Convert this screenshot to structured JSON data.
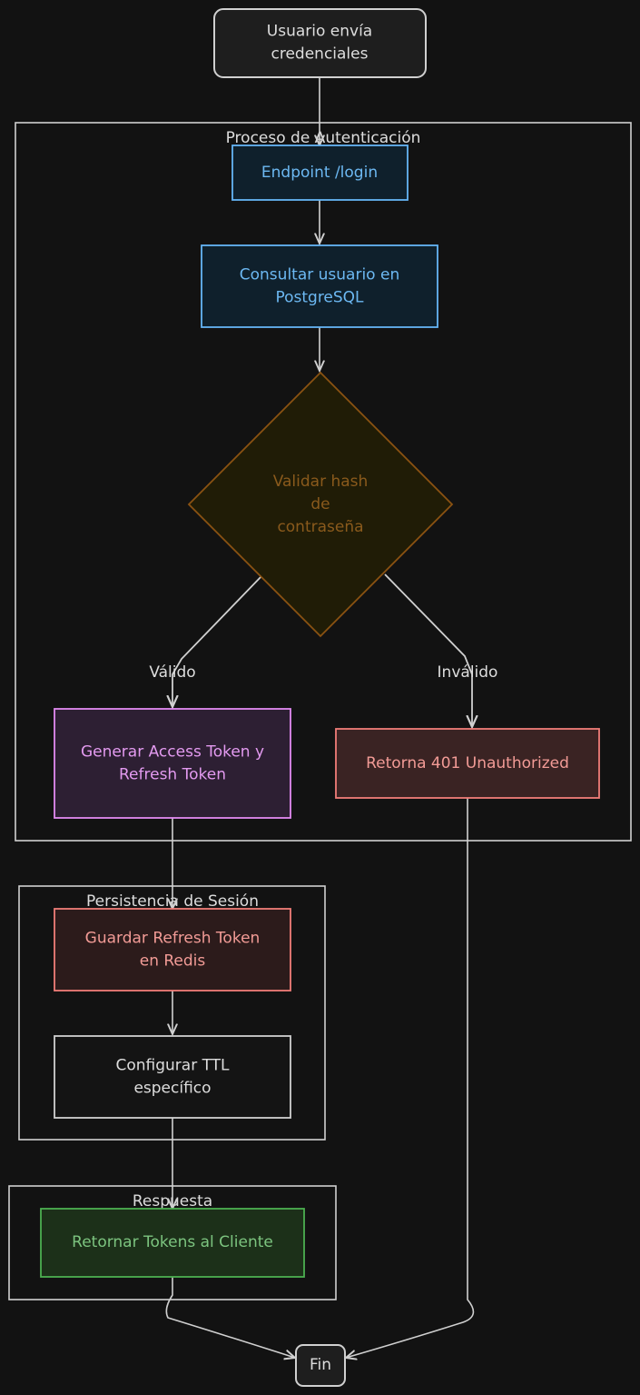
{
  "groups": {
    "auth": {
      "label": "Proceso de Autenticación"
    },
    "persist": {
      "label": "Persistencia de Sesión"
    },
    "response": {
      "label": "Respuesta"
    }
  },
  "nodes": {
    "start": {
      "lines": [
        "Usuario envía",
        "credenciales"
      ]
    },
    "login": {
      "lines": [
        "Endpoint /login"
      ]
    },
    "query": {
      "lines": [
        "Consultar usuario en",
        "PostgreSQL"
      ]
    },
    "validate": {
      "lines": [
        "Validar hash",
        "de",
        "contraseña"
      ]
    },
    "generate": {
      "lines": [
        "Generar Access Token y",
        "Refresh Token"
      ]
    },
    "unauth": {
      "lines": [
        "Retorna 401 Unauthorized"
      ]
    },
    "store": {
      "lines": [
        "Guardar Refresh Token",
        "en Redis"
      ]
    },
    "ttl": {
      "lines": [
        "Configurar TTL",
        "específico"
      ]
    },
    "return": {
      "lines": [
        "Retornar Tokens al Cliente"
      ]
    },
    "end": {
      "lines": [
        "Fin"
      ]
    }
  },
  "edges": {
    "valid": {
      "label": "Válido"
    },
    "invalid": {
      "label": "Inválido"
    }
  },
  "colors": {
    "background": "#121212",
    "neutral_stroke": "#d0d0d0",
    "neutral_text": "#dddddd",
    "neutral_fill": "#1e1e1e",
    "blue_stroke": "#64b5f6",
    "blue_fill": "#0f202c",
    "blue_text": "#6cb8f2",
    "orange_stroke": "#8a5212",
    "orange_fill": "#201c06",
    "orange_text": "#8a5a1c",
    "purple_stroke": "#e28af2",
    "purple_fill": "#2d1f33",
    "purple_text": "#e39af0",
    "red_stroke": "#f07d78",
    "red_fill": "#3a2323",
    "red_text": "#f29b96",
    "green_stroke": "#4caf50",
    "green_fill": "#1c3019",
    "green_text": "#7cc47f"
  }
}
